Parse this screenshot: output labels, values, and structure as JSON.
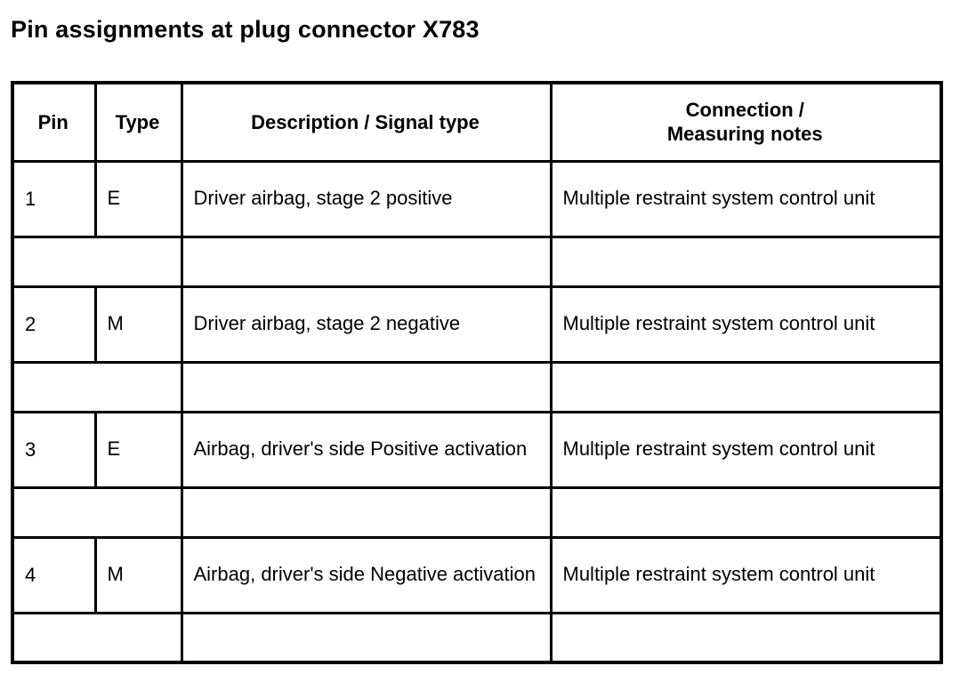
{
  "page": {
    "title": "Pin assignments at plug connector X783"
  },
  "table": {
    "headers": {
      "pin": "Pin",
      "type": "Type",
      "description": "Description / Signal type",
      "connection_line1": "Connection /",
      "connection_line2": "Measuring notes"
    },
    "rows": [
      {
        "pin": "1",
        "type": "E",
        "description": "Driver airbag, stage 2 positive",
        "connection": "Multiple restraint system control unit"
      },
      {
        "pin": "",
        "type": "",
        "description": "",
        "connection": ""
      },
      {
        "pin": "2",
        "type": "M",
        "description": "Driver airbag, stage 2 negative",
        "connection": "Multiple restraint system control unit"
      },
      {
        "pin": "",
        "type": "",
        "description": "",
        "connection": ""
      },
      {
        "pin": "3",
        "type": "E",
        "description": "Airbag, driver's side Positive activation",
        "connection": "Multiple restraint system control unit"
      },
      {
        "pin": "",
        "type": "",
        "description": "",
        "connection": ""
      },
      {
        "pin": "4",
        "type": "M",
        "description": "Airbag, driver's side Negative activation",
        "connection": "Multiple restraint system control unit"
      },
      {
        "pin": "",
        "type": "",
        "description": "",
        "connection": ""
      }
    ]
  }
}
